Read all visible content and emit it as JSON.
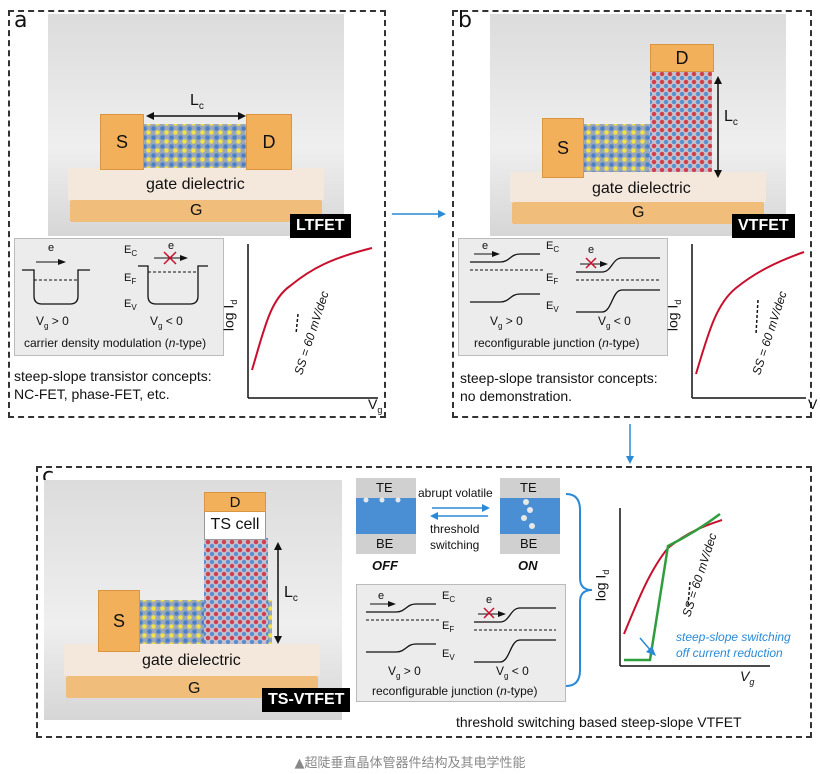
{
  "panel_a": {
    "label": "a",
    "source": "S",
    "drain": "D",
    "length": "L",
    "length_sub": "c",
    "dielectric": "gate dielectric",
    "gate": "G",
    "tag": "LTFET",
    "band_e": "e",
    "band_ec": "E",
    "band_ec_sub": "C",
    "band_ef": "E",
    "band_ef_sub": "F",
    "band_ev": "E",
    "band_ev_sub": "V",
    "cond1": "V",
    "cond1_sub": "g",
    "cond1_rest": " > 0",
    "cond2": "V",
    "cond2_sub": "g",
    "cond2_rest": " < 0",
    "caption_pre": "carrier density modulation (",
    "caption_ital": "n",
    "caption_post": "-type)",
    "concepts_line1": "steep-slope transistor concepts:",
    "concepts_line2": "NC-FET, phase-FET, etc.",
    "plot_ylabel": "log I",
    "plot_ylabel_sub": "d",
    "plot_xlabel": "V",
    "plot_xlabel_sub": "g",
    "ss_text": "SS = 60 mV/dec"
  },
  "panel_b": {
    "label": "b",
    "source": "S",
    "drain": "D",
    "length": "L",
    "length_sub": "c",
    "dielectric": "gate dielectric",
    "gate": "G",
    "tag": "VTFET",
    "band_e": "e",
    "band_ec": "E",
    "band_ec_sub": "C",
    "band_ef": "E",
    "band_ef_sub": "F",
    "band_ev": "E",
    "band_ev_sub": "V",
    "cond1": "V",
    "cond1_sub": "g",
    "cond1_rest": " > 0",
    "cond2": "V",
    "cond2_sub": "g",
    "cond2_rest": " < 0",
    "caption_pre": "reconfigurable junction (",
    "caption_ital": "n",
    "caption_post": "-type)",
    "concepts_line1": "steep-slope transistor concepts:",
    "concepts_line2": "no demonstration.",
    "plot_ylabel": "log I",
    "plot_ylabel_sub": "d",
    "plot_xlabel": "V",
    "ss_text": "SS = 60 mV/dec"
  },
  "panel_c": {
    "label": "c",
    "source": "S",
    "drain": "D",
    "ts_cell": "TS cell",
    "length": "L",
    "length_sub": "c",
    "dielectric": "gate dielectric",
    "gate": "G",
    "tag": "TS-VTFET",
    "te": "TE",
    "be": "BE",
    "off": "OFF",
    "on": "ON",
    "switch_line1": "abrupt volatile",
    "switch_line2": "threshold",
    "switch_line3": "switching",
    "band_e": "e",
    "band_ec": "E",
    "band_ec_sub": "C",
    "band_ef": "E",
    "band_ef_sub": "F",
    "band_ev": "E",
    "band_ev_sub": "V",
    "cond1": "V",
    "cond1_sub": "g",
    "cond1_rest": " > 0",
    "cond2": "V",
    "cond2_sub": "g",
    "cond2_rest": " < 0",
    "caption_pre": "reconfigurable junction (",
    "caption_ital": "n",
    "caption_post": "-type)",
    "plot_ylabel": "log I",
    "plot_ylabel_sub": "d",
    "plot_xlabel": "V",
    "plot_xlabel_sub": "g",
    "ss_text": "SS = 60 mV/dec",
    "note_line1": "steep-slope switching",
    "note_line2": "off current reduction",
    "bottom_caption": "threshold switching based steep-slope VTFET"
  },
  "figure_caption": "▲超陡垂直晶体管器件结构及其电学性能",
  "colors": {
    "red_curve": "#c8102e",
    "green_curve": "#2e9e3e",
    "arrow_blue": "#2a8ad6",
    "contact_orange": "#f2b05a"
  }
}
